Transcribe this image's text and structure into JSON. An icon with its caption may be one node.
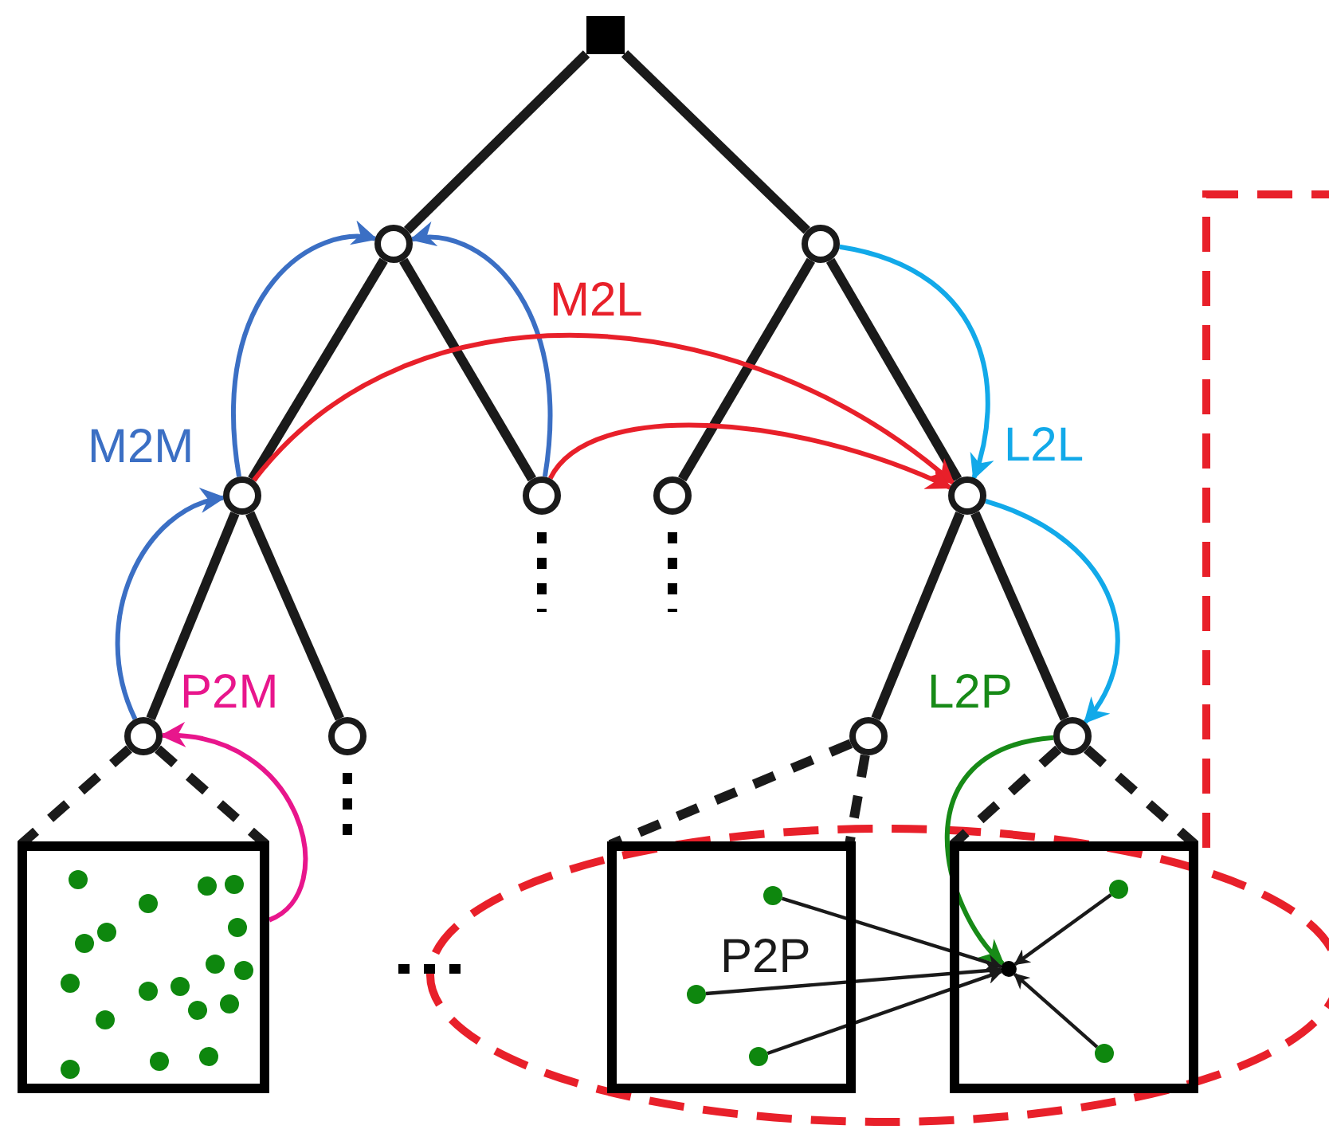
{
  "diagram": {
    "nodes": [
      {
        "text": [],
        "shape": "box"
      },
      {
        "text": [],
        "shape": "circle"
      },
      {
        "text": [],
        "shape": "circle"
      },
      {
        "text": [],
        "shape": "circle"
      },
      {
        "text": [],
        "shape": "circle"
      },
      {
        "text": [],
        "shape": "circle"
      },
      {
        "text": [],
        "shape": "circle"
      },
      {
        "text": [],
        "shape": "circle"
      },
      {
        "text": [],
        "shape": "circle"
      },
      {
        "text": [],
        "shape": "circle"
      },
      {
        "text": [],
        "shape": "circle"
      },
      {
        "text": [],
        "shape": "box"
      },
      {
        "text": [],
        "shape": "box"
      },
      {
        "text": [],
        "shape": "box"
      },
      {
        "text": [],
        "shape": "circle",
        "in": 13
      },
      {
        "text": [],
        "shape": "circle",
        "in": 12
      },
      {
        "text": [],
        "shape": "circle",
        "in": 12
      },
      {
        "text": [],
        "shape": "circle",
        "in": 12
      },
      {
        "text": [],
        "shape": "circle",
        "in": 13
      },
      {
        "text": [],
        "shape": "circle",
        "in": 13
      }
    ],
    "edges": [
      {
        "from": 0,
        "to": 1,
        "arrow": "none"
      },
      {
        "from": 0,
        "to": 2,
        "arrow": "none"
      },
      {
        "from": 1,
        "to": 3,
        "arrow": "none"
      },
      {
        "from": 1,
        "to": 4,
        "arrow": "none"
      },
      {
        "from": 2,
        "to": 5,
        "arrow": "none"
      },
      {
        "from": 2,
        "to": 6,
        "arrow": "none"
      },
      {
        "from": 3,
        "to": 7,
        "arrow": "none"
      },
      {
        "from": 3,
        "to": 8,
        "arrow": "none"
      },
      {
        "from": 6,
        "to": 9,
        "arrow": "none"
      },
      {
        "from": 6,
        "to": 10,
        "arrow": "none"
      },
      {
        "from": 7,
        "to": 11,
        "arrow": "none",
        "style": "dashed"
      },
      {
        "from": 7,
        "to": 11,
        "arrow": "none",
        "style": "dashed"
      },
      {
        "from": 9,
        "to": 12,
        "arrow": "none",
        "style": "dashed"
      },
      {
        "from": 9,
        "to": 12,
        "arrow": "none",
        "style": "dashed"
      },
      {
        "from": 10,
        "to": 13,
        "arrow": "none",
        "style": "dashed"
      },
      {
        "from": 10,
        "to": 13,
        "arrow": "none",
        "style": "dashed"
      },
      {
        "from": 7,
        "to": 3,
        "arrow": "to",
        "color": "#3b6fc4"
      },
      {
        "from": 3,
        "to": 1,
        "arrow": "to",
        "label": "M2M",
        "color": "#3b6fc4"
      },
      {
        "from": 4,
        "to": 1,
        "arrow": "to",
        "color": "#3b6fc4"
      },
      {
        "from": 3,
        "to": 6,
        "arrow": "to",
        "label": "M2L",
        "color": "#e8202a"
      },
      {
        "from": 4,
        "to": 6,
        "arrow": "to",
        "color": "#e8202a"
      },
      {
        "from": 2,
        "to": 6,
        "arrow": "to",
        "label": "L2L",
        "color": "#12a9e9"
      },
      {
        "from": 6,
        "to": 10,
        "arrow": "to",
        "color": "#12a9e9"
      },
      {
        "from": 11,
        "to": 7,
        "arrow": "to",
        "label": "P2M",
        "color": "#e8168c"
      },
      {
        "from": 10,
        "to": 14,
        "arrow": "to",
        "label": "L2P",
        "color": "#178a17"
      },
      {
        "from": 15,
        "to": 14,
        "arrow": "to",
        "label": "P2P"
      },
      {
        "from": 16,
        "to": 14,
        "arrow": "to"
      },
      {
        "from": 17,
        "to": 14,
        "arrow": "to"
      },
      {
        "from": 18,
        "to": 14,
        "arrow": "to"
      },
      {
        "from": 19,
        "to": 14,
        "arrow": "to"
      }
    ]
  }
}
